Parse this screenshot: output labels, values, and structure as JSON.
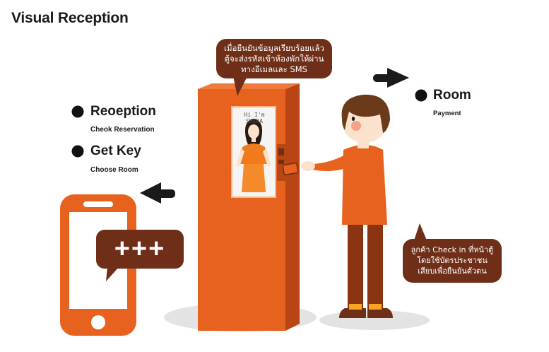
{
  "page": {
    "title": "Visual Reception"
  },
  "steps": {
    "reception": {
      "label": "Reoeption",
      "sub": "Cheok Reservation"
    },
    "get_key": {
      "label": "Get Key",
      "sub": "Choose Room"
    },
    "room": {
      "label": "Room",
      "sub": "Payment"
    }
  },
  "kiosk": {
    "screen_text": "Hi I'm SHIRA",
    "bubble_lines": [
      "เมื่อยืนยันข้อมูลเรียบร้อยแล้ว",
      "ตู้จะส่งรหัสเข้าห้องพักให้ผ่าน",
      "ทางอีเมลและ SMS"
    ]
  },
  "phone": {
    "message_text": "+++"
  },
  "guest": {
    "bubble_lines": [
      "ลูกค้า Check in ที่หน้าตู้",
      "โดยใช้บัตรประชาชน",
      "เสียบเพื่อยืนยันตัวตน"
    ]
  },
  "colors": {
    "orange": "#e8621f",
    "dark_orange": "#b94414",
    "brown": "#6e2e17",
    "shadow": "#e2e2e2"
  },
  "icons": [
    "arrow-right-icon",
    "arrow-left-icon",
    "smartphone-icon"
  ]
}
